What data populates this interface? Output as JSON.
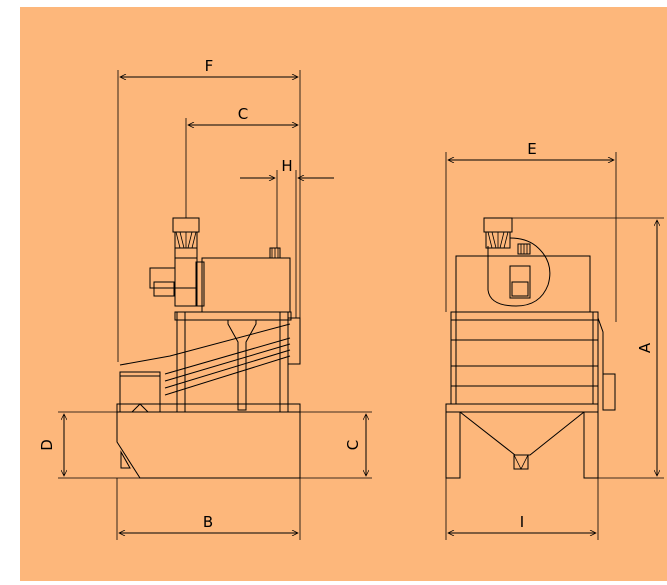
{
  "drawing": {
    "background_color": "#fdb77b",
    "line_color": "#000000",
    "side_view": {
      "dim_F": "F",
      "dim_C_top": "C",
      "dim_H": "H",
      "dim_D": "D",
      "dim_B": "B",
      "dim_C_right": "C"
    },
    "front_view": {
      "dim_E": "E",
      "dim_A": "A",
      "dim_I": "I"
    }
  }
}
